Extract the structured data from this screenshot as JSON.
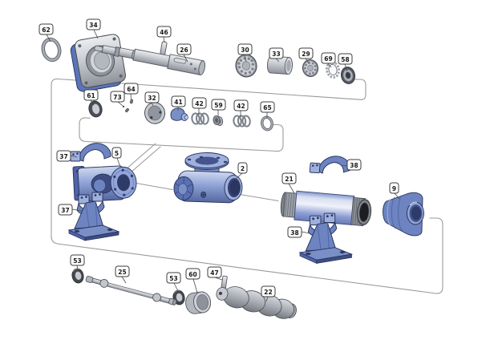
{
  "colors": {
    "blue-main": "#6d84c0",
    "blue-mid": "#7b8fc7",
    "blue-light": "#9fb0dd",
    "blue-lighter": "#c7d1ea",
    "blue-dark": "#3e4c82",
    "blue-deep": "#4f63a8",
    "blue-outline": "#243059",
    "steel": "#c2c5cb",
    "steel-mid": "#9a9ea6",
    "steel-dark": "#5a5e66",
    "line": "#9a9a9a",
    "label-border": "#3c3c3c",
    "label-text": "#1a1a1a"
  },
  "balloons": [
    {
      "text": "62"
    },
    {
      "text": "34"
    },
    {
      "text": "46"
    },
    {
      "text": "26"
    },
    {
      "text": "30"
    },
    {
      "text": "33"
    },
    {
      "text": "29"
    },
    {
      "text": "69"
    },
    {
      "text": "58"
    },
    {
      "text": "61"
    },
    {
      "text": "73"
    },
    {
      "text": "64"
    },
    {
      "text": "32"
    },
    {
      "text": "41"
    },
    {
      "text": "42"
    },
    {
      "text": "59"
    },
    {
      "text": "42"
    },
    {
      "text": "65"
    },
    {
      "text": "37"
    },
    {
      "text": "5"
    },
    {
      "text": "37"
    },
    {
      "text": "2"
    },
    {
      "text": "21"
    },
    {
      "text": "38"
    },
    {
      "text": "38"
    },
    {
      "text": "9"
    },
    {
      "text": "53"
    },
    {
      "text": "25"
    },
    {
      "text": "53"
    },
    {
      "text": "60"
    },
    {
      "text": "47"
    },
    {
      "text": "22"
    }
  ]
}
